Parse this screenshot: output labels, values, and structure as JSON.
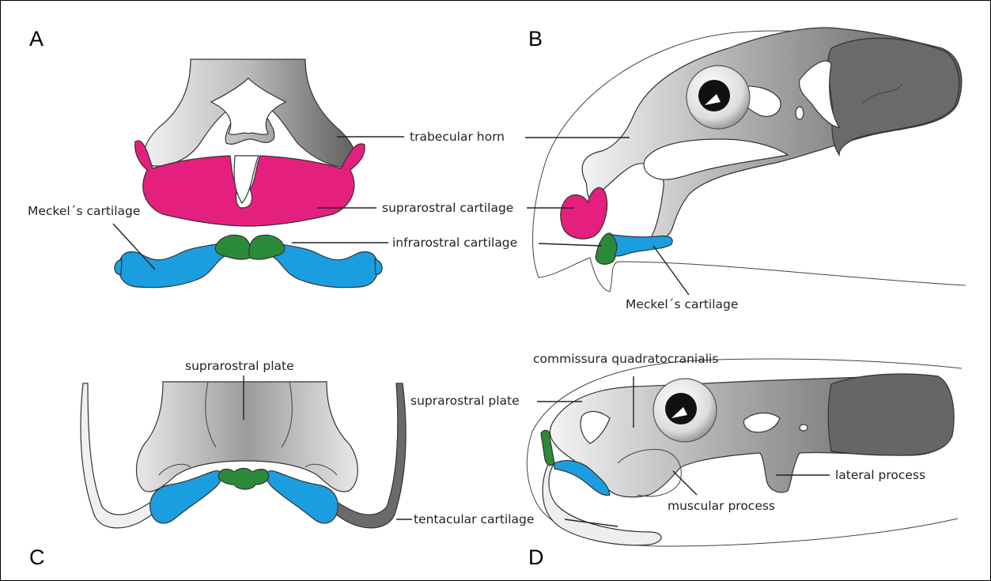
{
  "panels": {
    "a": {
      "letter": "A"
    },
    "b": {
      "letter": "B"
    },
    "c": {
      "letter": "C"
    },
    "d": {
      "letter": "D"
    }
  },
  "labels": {
    "a_trabecular_horn": "trabecular horn",
    "a_suprarostral_cartilage": "suprarostral cartilage",
    "a_meckels_cartilage": "Meckel´s cartilage",
    "a_infrarostral_cartilage": "infrarostral cartilage",
    "b_meckels_cartilage": "Meckel´s cartilage",
    "c_suprarostral_plate": "suprarostral plate",
    "c_tentacular_cartilage": "tentacular cartilage",
    "d_commissura": "commissura quadratocranialis",
    "d_suprarostral_plate": "suprarostral plate",
    "d_lateral_process": "lateral process",
    "d_muscular_process": "muscular process"
  },
  "colors": {
    "suprarostral": "#e51f7e",
    "infrarostral": "#2b8a3a",
    "meckel": "#1a9ee0",
    "cartilage_dark": "#6a6a6a",
    "cartilage_light": "#eeeeee"
  }
}
